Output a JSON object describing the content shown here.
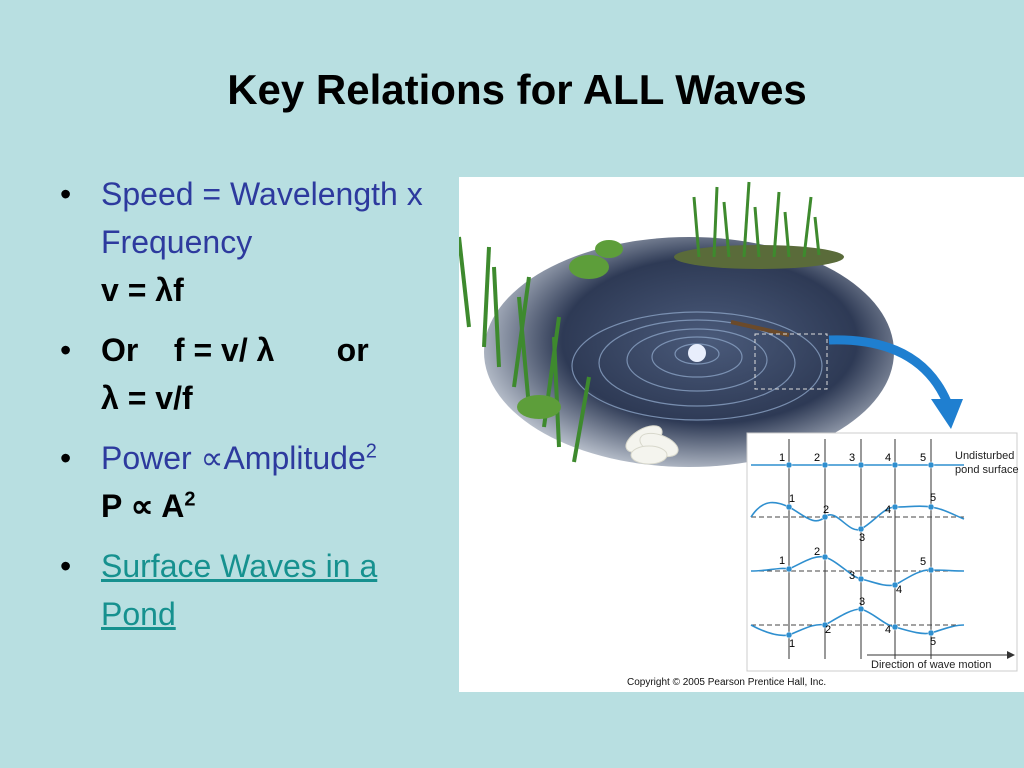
{
  "slide": {
    "title": "Key Relations for ALL Waves"
  },
  "bullets": {
    "b1": {
      "text": "Speed = Wavelength x Frequency",
      "formula": "v = λf"
    },
    "b2": {
      "or1": "Or",
      "formula1": "f = v/ λ",
      "or2": "or",
      "formula2": "λ = v/f"
    },
    "b3": {
      "text_pre": "Power ∝Amplitude",
      "sup": "2",
      "formula_pre": "P ∝ A",
      "formula_sup": "2"
    },
    "b4": {
      "link": "Surface Waves in a Pond"
    }
  },
  "figure": {
    "labels": {
      "undisturbed_line1": "Undisturbed",
      "undisturbed_line2": "pond surface",
      "direction": "Direction of wave motion",
      "copyright": "Copyright © 2005 Pearson Prentice Hall, Inc."
    },
    "colors": {
      "water": "#3b4a6b",
      "grass": "#3e8a2e",
      "wave": "#2f8fcf",
      "arrow": "#1f7fd0"
    }
  }
}
